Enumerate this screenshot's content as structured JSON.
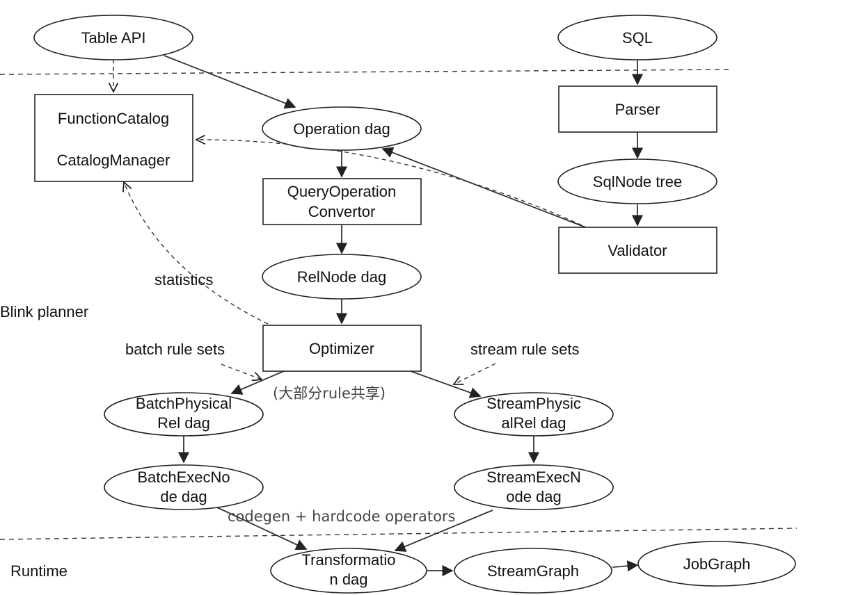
{
  "nodes": {
    "table_api": {
      "lines": [
        "Table API"
      ]
    },
    "sql": {
      "lines": [
        "SQL"
      ]
    },
    "catalog": {
      "lines": [
        "FunctionCatalog",
        "CatalogManager"
      ]
    },
    "operation_dag": {
      "lines": [
        "Operation dag"
      ]
    },
    "parser": {
      "lines": [
        "Parser"
      ]
    },
    "sqlnode_tree": {
      "lines": [
        "SqlNode tree"
      ]
    },
    "query_operation_convertor": {
      "lines": [
        "QueryOperation",
        "Convertor"
      ]
    },
    "validator": {
      "lines": [
        "Validator"
      ]
    },
    "relnode_dag": {
      "lines": [
        "RelNode dag"
      ]
    },
    "optimizer": {
      "lines": [
        "Optimizer"
      ]
    },
    "batch_physical": {
      "lines": [
        "BatchPhysical",
        "Rel dag"
      ]
    },
    "stream_physical": {
      "lines": [
        "StreamPhysic",
        "alRel dag"
      ]
    },
    "batch_exec": {
      "lines": [
        "BatchExecNo",
        "de dag"
      ]
    },
    "stream_exec": {
      "lines": [
        "StreamExecN",
        "ode dag"
      ]
    },
    "transformation": {
      "lines": [
        "Transformatio",
        "n dag"
      ]
    },
    "stream_graph": {
      "lines": [
        "StreamGraph"
      ]
    },
    "job_graph": {
      "lines": [
        "JobGraph"
      ]
    }
  },
  "labels": {
    "statistics": "statistics",
    "blink_planner": "Blink planner",
    "batch_rule_sets": "batch rule sets",
    "stream_rule_sets": "stream rule sets",
    "shared_rules_note": "(大部分rule共享)",
    "codegen": "codegen + hardcode operators",
    "runtime": "Runtime"
  }
}
